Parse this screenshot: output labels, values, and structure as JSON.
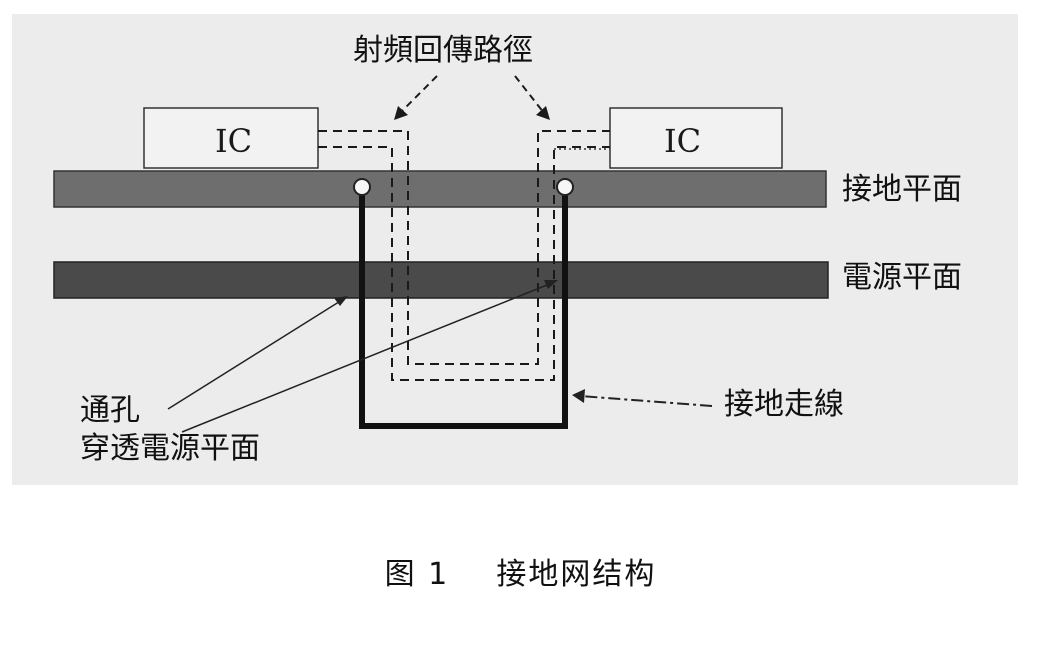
{
  "colors": {
    "background": "#ececec",
    "ground_plane": "#6e6e6e",
    "power_plane": "#4a4a4a",
    "ic_box": "#f2f2f2",
    "trace": "#111111"
  },
  "diagram": {
    "rf_return_path_label": "射頻回傳路徑",
    "ic_left_label": "IC",
    "ic_right_label": "IC",
    "ground_plane_label": "接地平面",
    "power_plane_label": "電源平面",
    "via_label": "通孔",
    "via_through_power_label": "穿透電源平面",
    "ground_trace_label": "接地走線"
  },
  "caption": {
    "figure_number": "图 1",
    "title": "接地网结构"
  }
}
